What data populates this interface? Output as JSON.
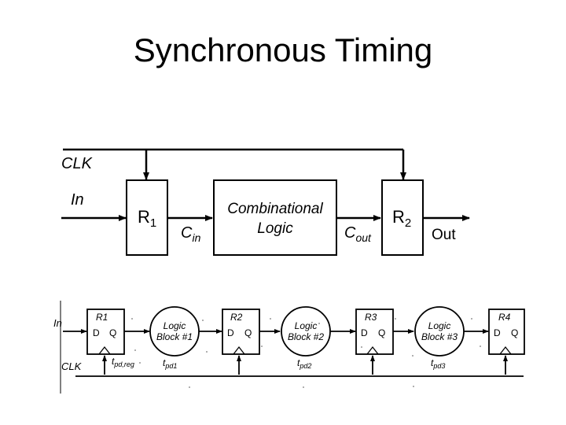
{
  "title": "Synchronous Timing",
  "top_diagram": {
    "clk_label": "CLK",
    "in_label": "In",
    "r1_letter": "R",
    "r1_sub": "1",
    "r2_letter": "R",
    "r2_sub": "2",
    "logic_line1": "Combinational",
    "logic_line2": "Logic",
    "cin_letter": "C",
    "cin_sub": "in",
    "cout_letter": "C",
    "cout_sub": "out",
    "out_label": "Out"
  },
  "bottom_diagram": {
    "in_label": "In",
    "clk_label": "CLK",
    "registers": [
      {
        "name": "R1",
        "d": "D",
        "q": "Q"
      },
      {
        "name": "R2",
        "d": "D",
        "q": "Q"
      },
      {
        "name": "R3",
        "d": "D",
        "q": "Q"
      },
      {
        "name": "R4",
        "d": "D",
        "q": "Q"
      }
    ],
    "logic_blocks": [
      {
        "line1": "Logic",
        "line2": "Block #1"
      },
      {
        "line1": "Logic",
        "line2": "Block #2"
      },
      {
        "line1": "Logic",
        "line2": "Block #3"
      }
    ],
    "tpd_reg_t": "t",
    "tpd_reg_sub": "pd,reg",
    "tpd_labels": [
      {
        "t": "t",
        "sub": "pd1"
      },
      {
        "t": "t",
        "sub": "pd2"
      },
      {
        "t": "t",
        "sub": "pd3"
      }
    ]
  }
}
